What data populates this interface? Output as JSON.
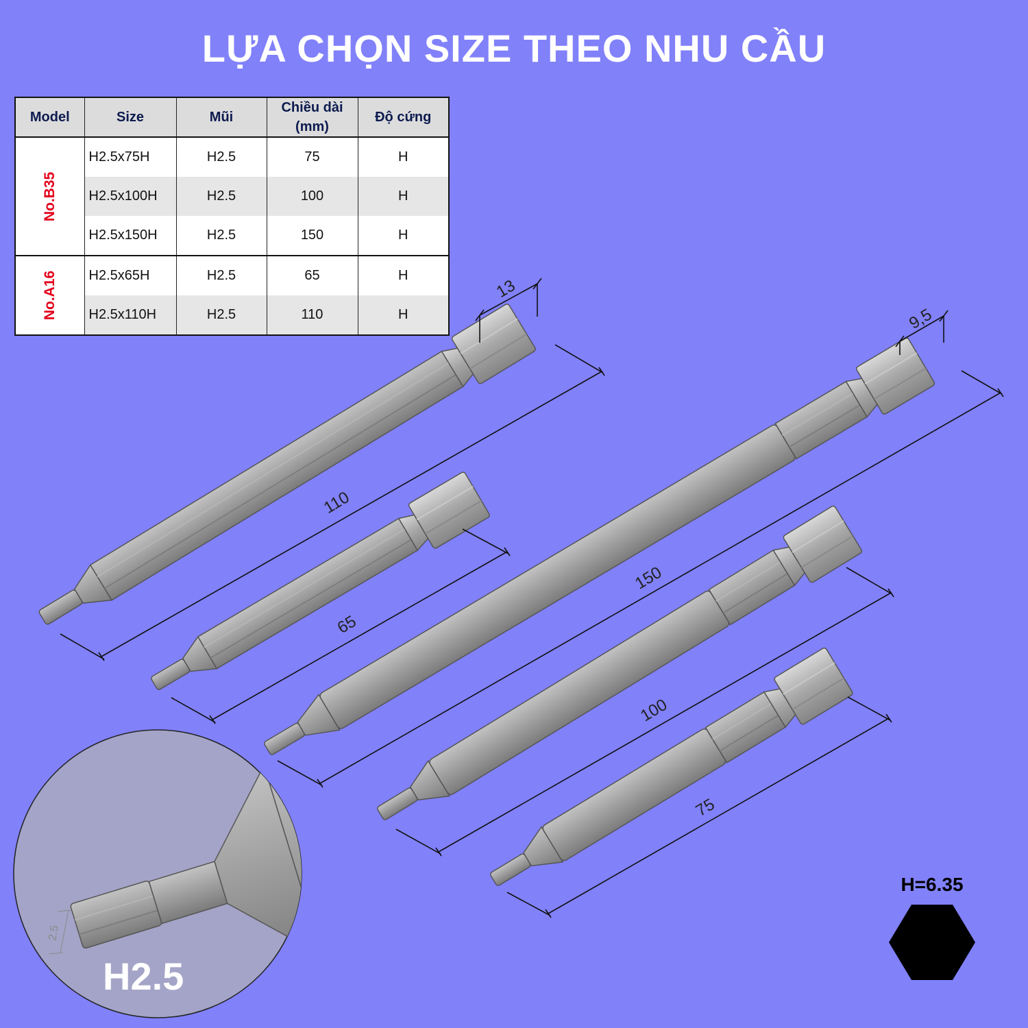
{
  "title": "LỰA CHỌN SIZE THEO NHU CẦU",
  "table": {
    "headers": {
      "model": "Model",
      "size": "Size",
      "tip": "Mũi",
      "length_line1": "Chiều dài",
      "length_line2": "(mm)",
      "hardness": "Độ cứng"
    },
    "groups": [
      {
        "model": "No.B35",
        "rows": [
          {
            "size": "H2.5x75H",
            "tip": "H2.5",
            "length": "75",
            "hardness": "H"
          },
          {
            "size": "H2.5x100H",
            "tip": "H2.5",
            "length": "100",
            "hardness": "H"
          },
          {
            "size": "H2.5x150H",
            "tip": "H2.5",
            "length": "150",
            "hardness": "H"
          }
        ]
      },
      {
        "model": "No.A16",
        "rows": [
          {
            "size": "H2.5x65H",
            "tip": "H2.5",
            "length": "65",
            "hardness": "H"
          },
          {
            "size": "H2.5x110H",
            "tip": "H2.5",
            "length": "110",
            "hardness": "H"
          }
        ]
      }
    ]
  },
  "dimensions": {
    "hex_shank_a16": "13",
    "hex_shank_b35": "9,5",
    "bit_110": "110",
    "bit_65": "65",
    "bit_150": "150",
    "bit_100": "100",
    "bit_75": "75",
    "tip_detail": "2.5"
  },
  "hex_label": "H=6.35",
  "tip_label": "H2.5",
  "colors": {
    "background": "#8181fa",
    "model_text": "#e3001b",
    "header_text": "#0d1b4f",
    "steel": "#9d9d9d"
  }
}
